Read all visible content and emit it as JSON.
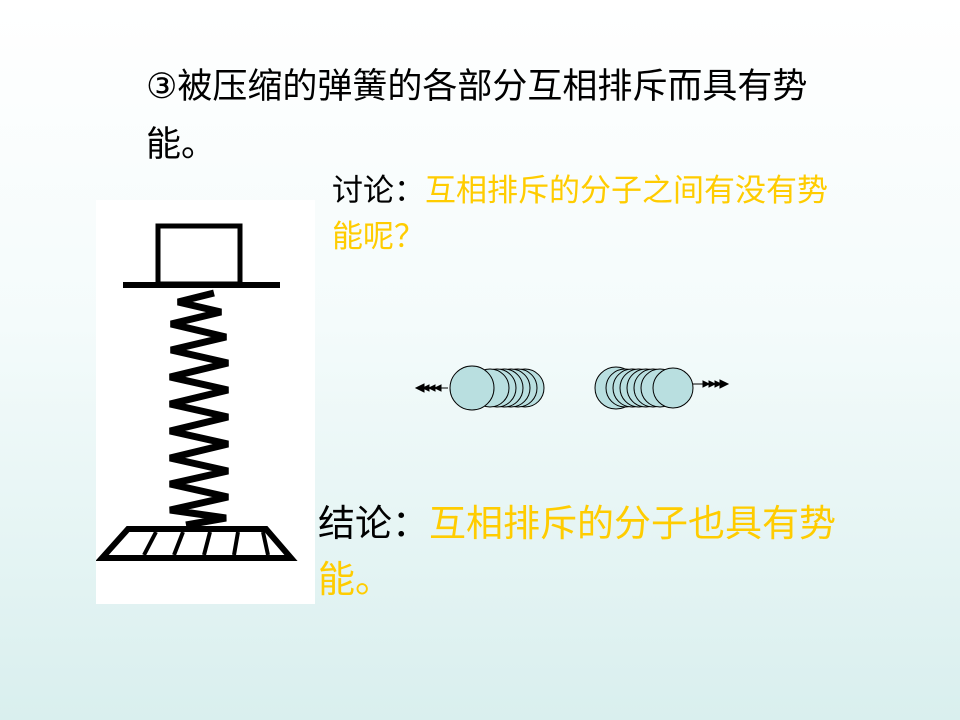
{
  "slide": {
    "statement": "③被压缩的弹簧的各部分互相排斥而具有势能。",
    "discussion": {
      "label": "讨论：",
      "text": "互相排斥的分子之间有没有势能呢？"
    },
    "conclusion": {
      "label": "结论：",
      "text": "互相排斥的分子也具有势能。"
    }
  },
  "colors": {
    "accent": "#ffcc00",
    "text": "#000000",
    "molecule_fill": "#b9dfe0",
    "background_bottom": "#d9efee"
  },
  "figures": {
    "spring": "compressed-spring-icon",
    "molecules": "repelling-molecules-icon"
  }
}
